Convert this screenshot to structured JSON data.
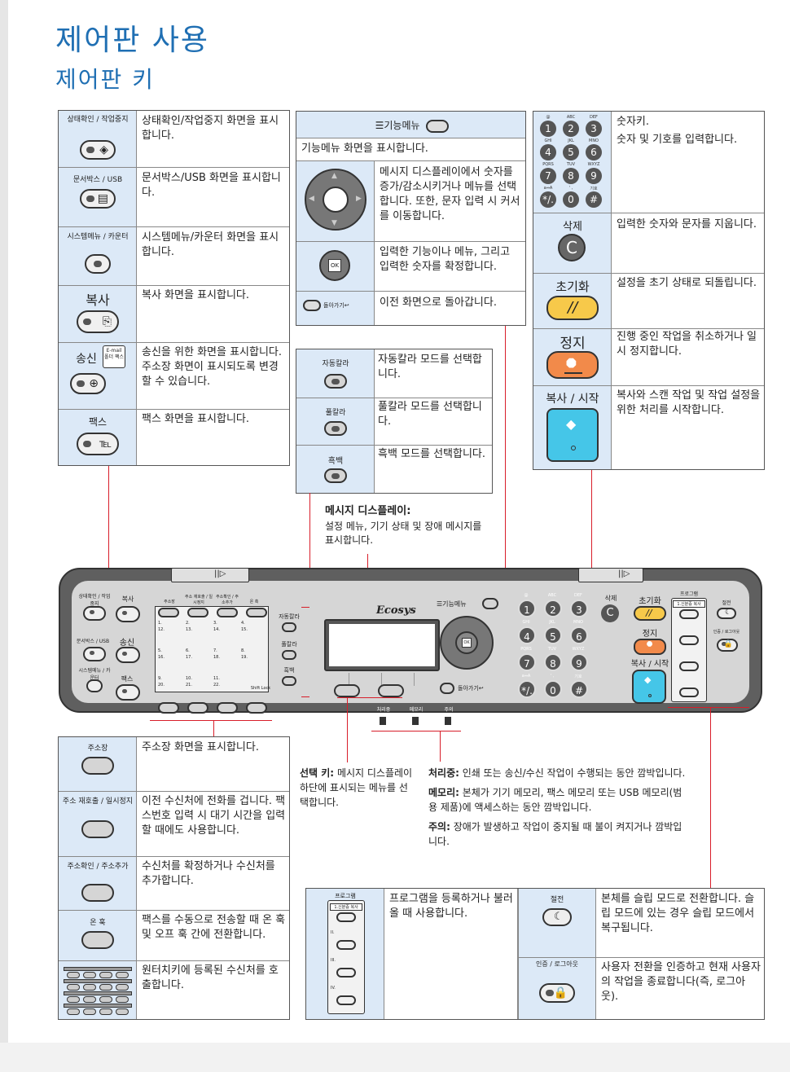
{
  "page": {
    "title": "제어판 사용",
    "subtitle": "제어판 키"
  },
  "left_keys": [
    {
      "key_label": "상태확인 / 작업중지",
      "desc": "상태확인/작업중지 화면을 표시합니다."
    },
    {
      "key_label": "문서박스 / USB",
      "desc": "문서박스/USB 화면을 표시합니다."
    },
    {
      "key_label": "시스템메뉴 / 카운터",
      "desc": "시스템메뉴/카운터 화면을 표시합니다."
    },
    {
      "key_label": "복사",
      "desc": "복사 화면을 표시합니다."
    },
    {
      "key_label": "송신",
      "key_badge": "E-mail 폴더 팩스",
      "desc": "송신을 위한 화면을 표시합니다. 주소장 화면이 표시되도록 변경할 수 있습니다."
    },
    {
      "key_label": "팩스",
      "desc": "팩스 화면을 표시합니다."
    }
  ],
  "middle_top": {
    "menu_label": "기능메뉴",
    "menu_desc": "기능메뉴 화면을 표시합니다.",
    "arrow_desc": "메시지 디스플레이에서 숫자를 증가/감소시키거나 메뉴를 선택합니다. 또한, 문자 입력 시 커서를 이동합니다.",
    "ok_label": "OK",
    "ok_desc": "입력한 기능이나 메뉴, 그리고 입력한 숫자를 확정합니다.",
    "back_label": "돌아가기",
    "back_desc": "이전 화면으로 돌아갑니다."
  },
  "color_keys": [
    {
      "key_label": "자동칼라",
      "desc": "자동칼라 모드를 선택합니다."
    },
    {
      "key_label": "풀칼라",
      "desc": "풀칼라 모드를 선택합니다."
    },
    {
      "key_label": "흑백",
      "desc": "흑백 모드를 선택합니다."
    }
  ],
  "message_display": {
    "title": "메시지 디스플레이:",
    "desc": "설정 메뉴, 기기 상태 및 장애 메시지를 표시합니다."
  },
  "right_keys": {
    "numeric_desc_title": "숫자키.",
    "numeric_desc": "숫자 및 기호를 입력합니다.",
    "numpad": [
      {
        "d": "1",
        "s": "@"
      },
      {
        "d": "2",
        "s": "ABC"
      },
      {
        "d": "3",
        "s": "DEF"
      },
      {
        "d": "4",
        "s": "GHI"
      },
      {
        "d": "5",
        "s": "JKL"
      },
      {
        "d": "6",
        "s": "MNO"
      },
      {
        "d": "7",
        "s": "PQRS"
      },
      {
        "d": "8",
        "s": "TUV"
      },
      {
        "d": "9",
        "s": "WXYZ"
      },
      {
        "d": "*/.",
        "s": "a⇔A"
      },
      {
        "d": "0",
        "s": "' ,"
      },
      {
        "d": "#",
        "s": "기호"
      }
    ],
    "delete_label": "삭제",
    "delete_glyph": "C",
    "delete_desc": "입력한 숫자와 문자를 지웁니다.",
    "reset_label": "초기화",
    "reset_desc": "설정을 초기 상태로 되돌립니다.",
    "stop_label": "정지",
    "stop_desc": "진행 중인 작업을 취소하거나 일시 정지합니다.",
    "start_label": "복사 / 시작",
    "start_desc": "복사와 스캔 작업 및 작업 설정을 위한 처리를 시작합니다."
  },
  "panel": {
    "brand": "Ecosys",
    "labels": {
      "status": "상태확인 / 작업중지",
      "copy": "복사",
      "docbox": "문서박스 / USB",
      "send": "송신",
      "sysmenu": "시스템메뉴 / 카운터",
      "fax": "팩스",
      "addrbook": "주소장",
      "redial": "주소 재호출 / 일시정지",
      "confirm": "주소확인 / 주소추가",
      "onhook": "온 훅",
      "shiftlock": "Shift Lock",
      "autocolor": "자동칼라",
      "fullcolor": "풀칼라",
      "mono": "흑백",
      "menu": "기능메뉴",
      "back": "돌아가기",
      "delete": "삭제",
      "reset": "초기화",
      "stop": "정지",
      "start": "복사 / 시작",
      "program": "프로그램",
      "prog1": "1.신분증 복사",
      "energy": "절전",
      "auth": "인증 / 로그아웃",
      "processing": "처리중",
      "memory": "메모리",
      "attention": "주의"
    },
    "onetouch_top": [
      "1.",
      "2.",
      "3.",
      "4."
    ],
    "onetouch_top2": [
      "12.",
      "13.",
      "14.",
      "15."
    ],
    "onetouch_mid": [
      "5.",
      "6.",
      "7.",
      "8."
    ],
    "onetouch_mid2": [
      "16.",
      "17.",
      "18.",
      "19."
    ],
    "onetouch_bot": [
      "9.",
      "10.",
      "11."
    ],
    "onetouch_bot2": [
      "20.",
      "21.",
      "22."
    ]
  },
  "bottom_left": [
    {
      "key_label": "주소장",
      "desc": "주소장 화면을 표시합니다."
    },
    {
      "key_label": "주소 재호출 / 일시정지",
      "desc": "이전 수신처에 전화를 겁니다. 팩스번호 입력 시 대기 시간을 입력할 때에도 사용합니다."
    },
    {
      "key_label": "주소확인 / 주소추가",
      "desc": "수신처를 확정하거나 수신처를 추가합니다."
    },
    {
      "key_label": "온 훅",
      "desc": "팩스를 수동으로 전송할 때 온 훅 및 오프 훅 간에 전환합니다."
    },
    {
      "key_label": "",
      "desc": "원터치키에 등록된 수신처를 호출합니다."
    }
  ],
  "select_key": {
    "title": "선택 키:",
    "desc": "메시지 디스플레이 하단에 표시되는 메뉴를 선택합니다."
  },
  "indicators": {
    "processing_title": "처리중:",
    "processing_desc": "인쇄 또는 송신/수신 작업이 수행되는 동안 깜박입니다.",
    "memory_title": "메모리:",
    "memory_desc": "본체가 기기 메모리, 팩스 메모리 또는 USB 메모리(범용 제품)에 액세스하는 동안 깜박입니다.",
    "attention_title": "주의:",
    "attention_desc": "장애가 발생하고 작업이 중지될 때 불이 켜지거나 깜박입니다."
  },
  "bottom_right": {
    "program_label": "프로그램",
    "program_item1": "1.신분증 복사",
    "program_items": [
      "II.",
      "III.",
      "IV."
    ],
    "program_desc": "프로그램을 등록하거나 불러올 때 사용합니다.",
    "energy_label": "절전",
    "energy_desc": "본체를 슬립 모드로 전환합니다. 슬립 모드에 있는 경우 슬립 모드에서 복구됩니다.",
    "auth_label": "인증 / 로그아웃",
    "auth_desc": "사용자 전환을 인증하고 현재 사용자의 작업을 종료합니다(즉, 로그아웃)."
  },
  "colors": {
    "title_blue": "#1f6fb3",
    "key_bg": "#dce9f7",
    "line_red": "#d81e2a",
    "start_blue": "#45c6e8",
    "stop_orange": "#f28a4a",
    "reset_yellow": "#f7c94a"
  }
}
